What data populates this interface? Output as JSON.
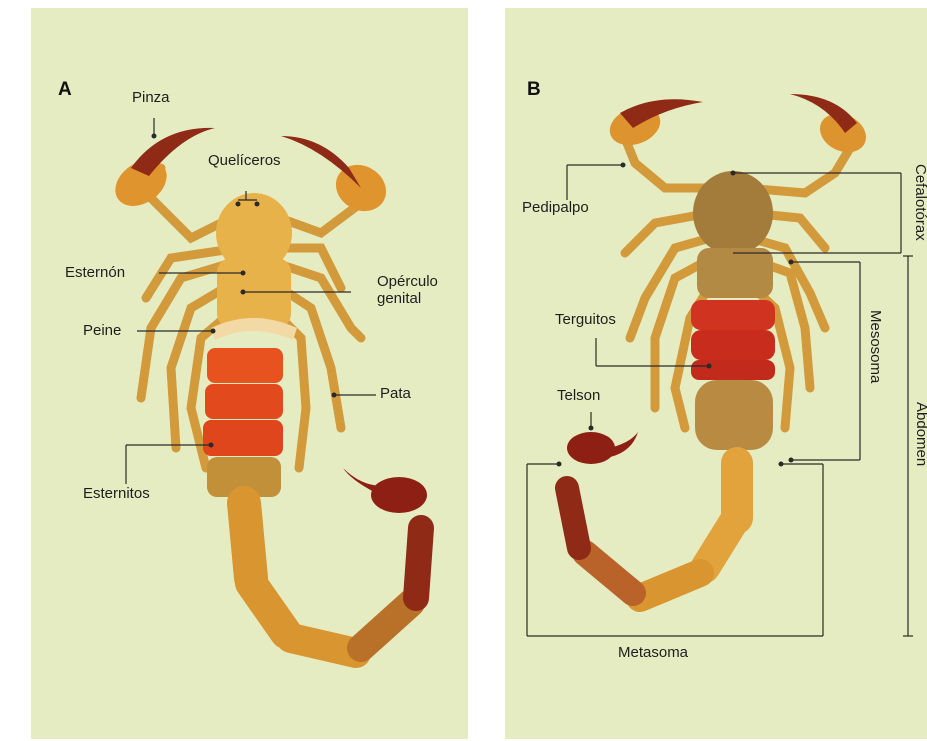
{
  "panel_a": {
    "letter": "A",
    "labels": {
      "pinza": "Pinza",
      "queliceros": "Quelíceros",
      "esternon": "Esternón",
      "operculo": "Opérculo",
      "genital": "genital",
      "peine": "Peine",
      "pata": "Pata",
      "esternitos": "Esternitos"
    }
  },
  "panel_b": {
    "letter": "B",
    "labels": {
      "pedipalpo": "Pedipalpo",
      "cefalotorax": "Cefalotórax",
      "terguitos": "Terguitos",
      "mesosoma": "Mesosoma",
      "abdomen": "Abdomen",
      "telson": "Telson",
      "metasoma": "Metasoma"
    }
  },
  "colors": {
    "background": "#e6ecc2",
    "body_yellow": "#e8b24a",
    "body_orange": "#d97a22",
    "sternites_red": "#e2491f",
    "telson_red": "#8e1f14",
    "line": "#2a2a2a"
  }
}
